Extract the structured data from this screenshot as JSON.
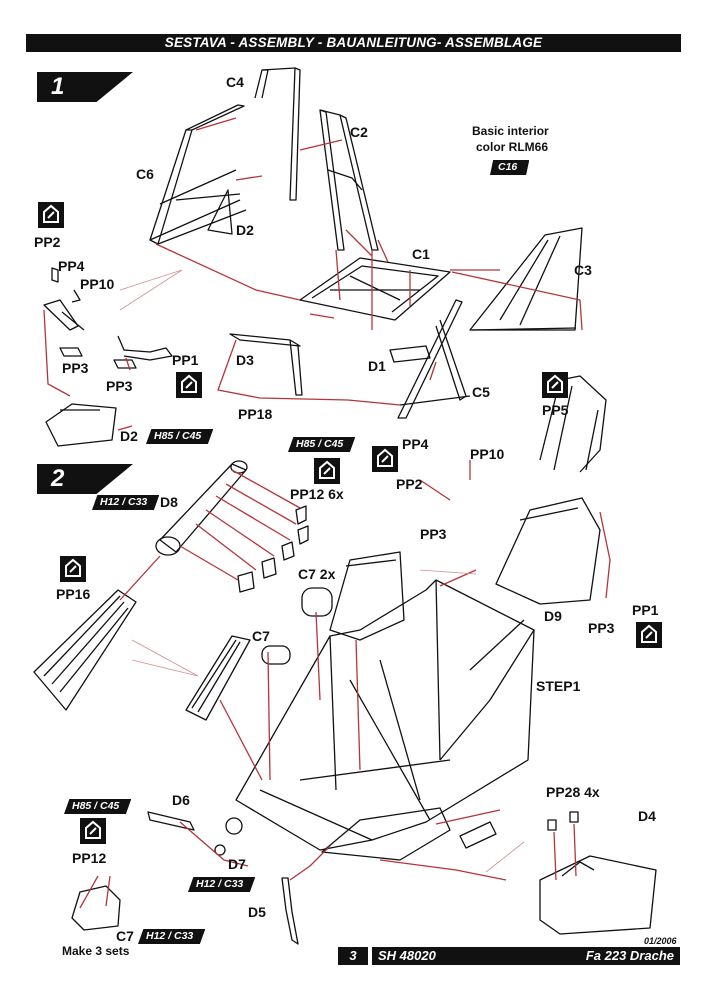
{
  "header": {
    "title": "SESTAVA -  ASSEMBLY - BAUANLEITUNG- ASSEMBLAGE"
  },
  "steps": [
    {
      "number": "1"
    },
    {
      "number": "2"
    }
  ],
  "step1": {
    "labels": {
      "c4": "C4",
      "c2": "C2",
      "c6": "C6",
      "d2": "D2",
      "c1": "C1",
      "c3": "C3",
      "d3": "D3",
      "d1": "D1",
      "c5": "C5",
      "pp2": "PP2",
      "pp4": "PP4",
      "pp10": "PP10",
      "pp3a": "PP3",
      "pp3b": "PP3",
      "pp1": "PP1",
      "d2_seat": "D2"
    },
    "note_line1": "Basic interior",
    "note_line2": "color RLM66",
    "note_tag": "C16",
    "tag_d2": "H85 / C45"
  },
  "step2": {
    "labels": {
      "pp18": "PP18",
      "d8": "D8",
      "pp12_6x": "PP12 6x",
      "pp16": "PP16",
      "pp4": "PP4",
      "pp10": "PP10",
      "pp2": "PP2",
      "pp3": "PP3",
      "pp5": "PP5",
      "c7_2x": "C7 2x",
      "c7": "C7",
      "d9": "D9",
      "pp3b": "PP3",
      "pp1": "PP1",
      "step1": "STEP1",
      "pp28": "PP28 4x",
      "d4": "D4",
      "d6": "D6",
      "d7": "D7",
      "d5": "D5",
      "pp12": "PP12",
      "c7_bottom": "C7",
      "make": "Make 3 sets"
    },
    "tag_d8": "H12 / C33",
    "tag_pp12": "H85 / C45",
    "tag_left": "H85 / C45",
    "tag_d7": "H12 / C33",
    "tag_c7": "H12 / C33"
  },
  "footer": {
    "page": "3",
    "code": "SH 48020",
    "model": "Fa 223 Drache",
    "date": "01/2006"
  },
  "colors": {
    "guide_line": "#b5343a",
    "ink": "#111111"
  }
}
